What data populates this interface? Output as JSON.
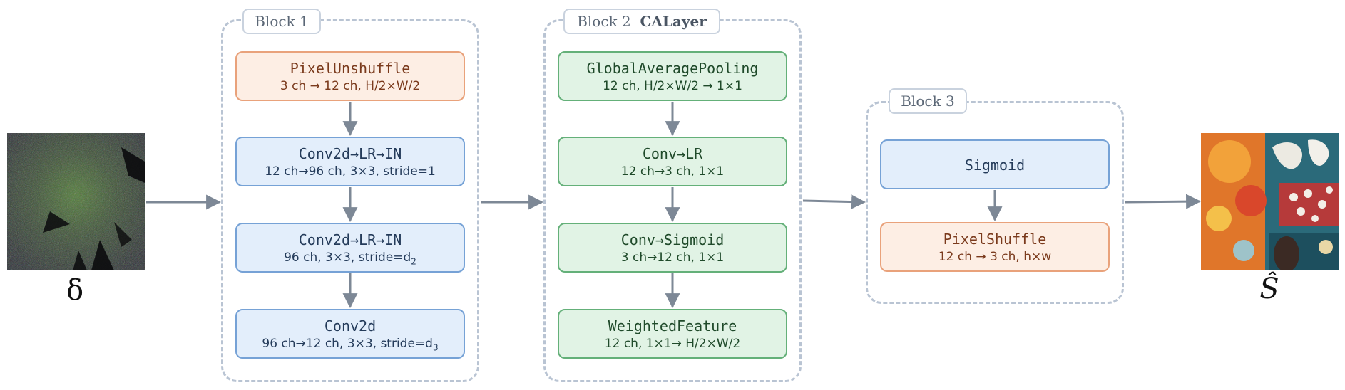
{
  "input": {
    "symbol": "δ"
  },
  "output": {
    "symbol": "Ŝ"
  },
  "block1": {
    "tag": "Block 1",
    "nodes": [
      {
        "title": "PixelUnshuffle",
        "sub": "3 ch → 12 ch, H/2×W/2"
      },
      {
        "title": "Conv2d→LR→IN",
        "sub": "12 ch→96 ch, 3×3, stride=1"
      },
      {
        "title": "Conv2d→LR→IN",
        "sub": "96 ch, 3×3, stride=d",
        "sub_idx": "2"
      },
      {
        "title": "Conv2d",
        "sub": "96 ch→12 ch, 3×3, stride=d",
        "sub_idx": "3"
      }
    ]
  },
  "block2": {
    "tag": "Block 2",
    "tag_bold": "CALayer",
    "nodes": [
      {
        "title": "GlobalAveragePooling",
        "sub": "12 ch, H/2×W/2 → 1×1"
      },
      {
        "title": "Conv→LR",
        "sub": "12 ch→3 ch, 1×1"
      },
      {
        "title": "Conv→Sigmoid",
        "sub": "3 ch→12 ch, 1×1"
      },
      {
        "title": "WeightedFeature",
        "sub": "12 ch, 1×1→ H/2×W/2"
      }
    ]
  },
  "block3": {
    "tag": "Block 3",
    "nodes": [
      {
        "title": "Sigmoid"
      },
      {
        "title": "PixelShuffle",
        "sub": "12 ch → 3 ch, h×w"
      }
    ]
  },
  "colors": {
    "blue": "#e3eefb",
    "orange": "#fdeee4",
    "green": "#e1f3e5",
    "arrow": "#7d8896",
    "dash": "#b9c4d3"
  }
}
